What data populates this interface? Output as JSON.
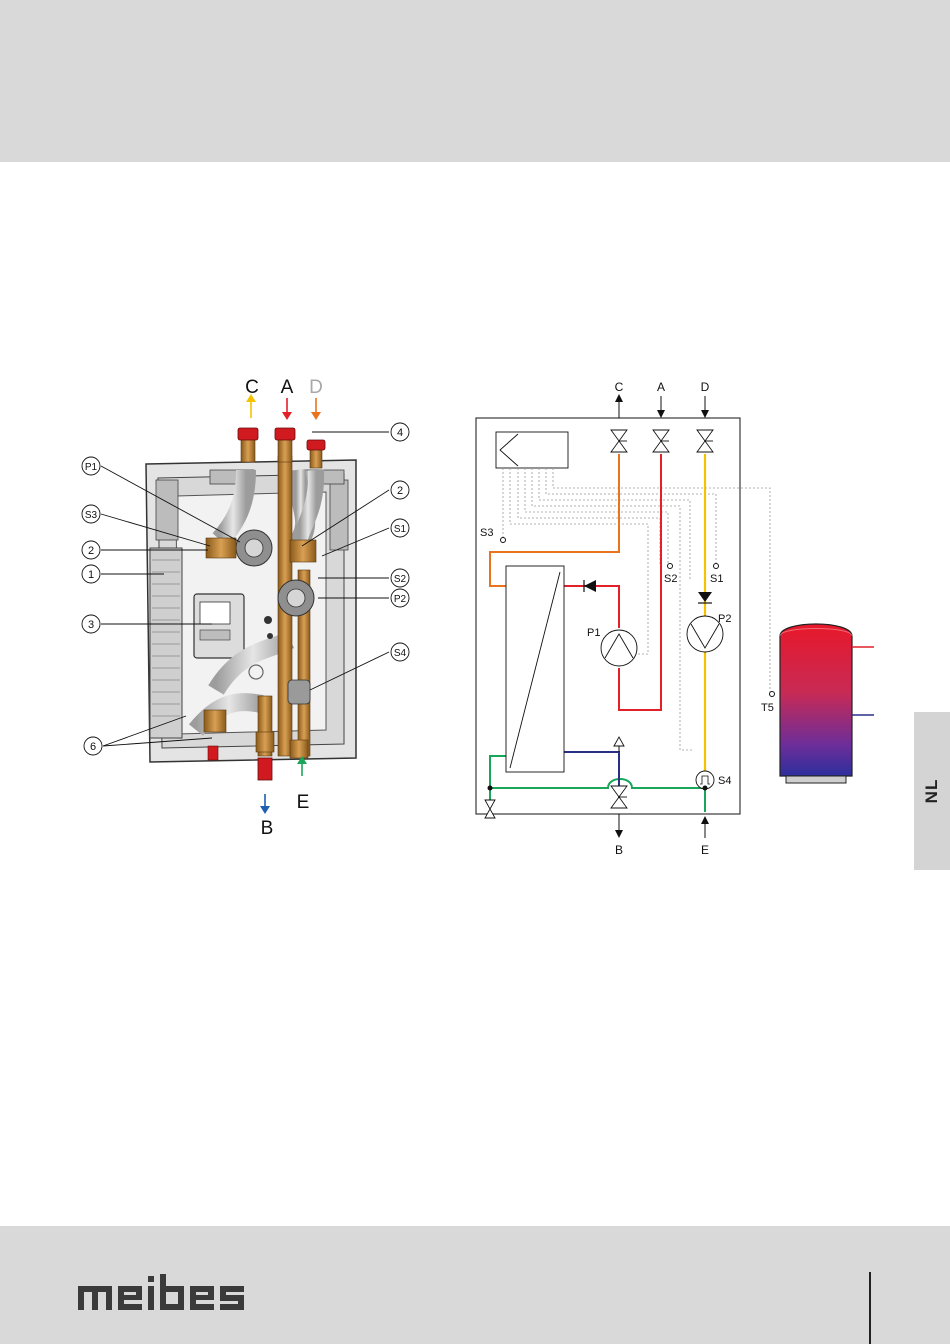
{
  "language_tab": "NL",
  "brand": {
    "logo_text": "meibes"
  },
  "photo": {
    "top_labels": {
      "C": "C",
      "A": "A",
      "D": "D"
    },
    "bottom_labels": {
      "B": "B",
      "E": "E"
    },
    "callouts": {
      "P1": "P1",
      "S3": "S3",
      "n2a": "2",
      "n1": "1",
      "n3": "3",
      "n6": "6",
      "n4": "4",
      "n2b": "2",
      "S1": "S1",
      "S2": "S2",
      "P2": "P2",
      "S4": "S4"
    }
  },
  "schematic": {
    "top_labels": {
      "C": "C",
      "A": "A",
      "D": "D"
    },
    "bottom_labels": {
      "B": "B",
      "E": "E"
    },
    "component_labels": {
      "S3": "S3",
      "S2": "S2",
      "S1": "S1",
      "P1": "P1",
      "P2": "P2",
      "S4": "S4",
      "T5": "T5"
    }
  },
  "colors": {
    "hot_red": "#e2202a",
    "orange": "#e8741e",
    "yellow": "#f5c200",
    "green": "#1aa65a",
    "cold_blue": "#1e5fb4",
    "dark_blue": "#2a2f86",
    "band_gray": "#d9d9d9"
  }
}
